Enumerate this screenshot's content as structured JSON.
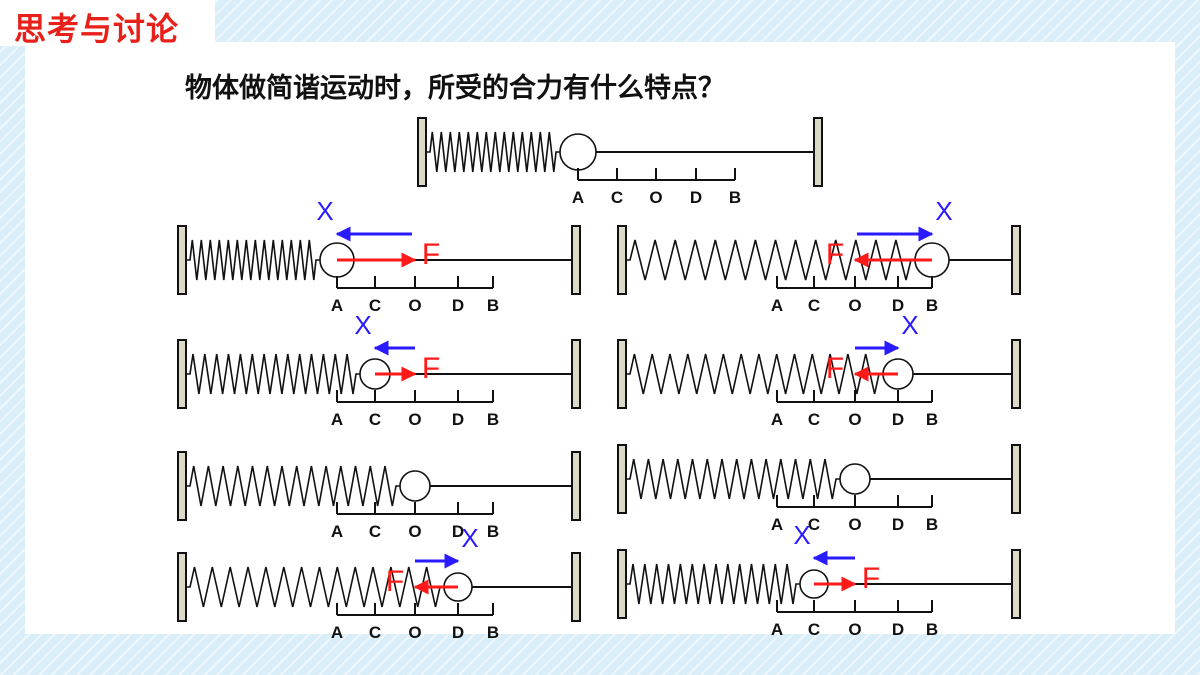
{
  "title": "思考与讨论",
  "question": "物体做简谐运动时，所受的合力有什么特点？",
  "scale_labels": [
    "A",
    "C",
    "O",
    "D",
    "B"
  ],
  "displacement_label": "X",
  "force_label": "F",
  "colors": {
    "title": "#e8201a",
    "force": "#ff1a1a",
    "displacement": "#2a1aff",
    "line": "#111111",
    "wall": "#ddd9c8"
  },
  "systems": [
    {
      "id": "reference",
      "position": "A",
      "show_x": false,
      "show_f": false
    },
    {
      "id": "left-1",
      "position": "A",
      "show_x": true,
      "show_f": true
    },
    {
      "id": "right-1",
      "position": "B",
      "show_x": true,
      "show_f": true
    },
    {
      "id": "left-2",
      "position": "C",
      "show_x": true,
      "show_f": true
    },
    {
      "id": "right-2",
      "position": "D",
      "show_x": true,
      "show_f": true
    },
    {
      "id": "left-3",
      "position": "O",
      "show_x": false,
      "show_f": false
    },
    {
      "id": "right-3",
      "position": "O",
      "show_x": false,
      "show_f": false
    },
    {
      "id": "left-4",
      "position": "D",
      "show_x": true,
      "show_f": true
    },
    {
      "id": "right-4",
      "position": "C",
      "show_x": true,
      "show_f": true
    }
  ]
}
